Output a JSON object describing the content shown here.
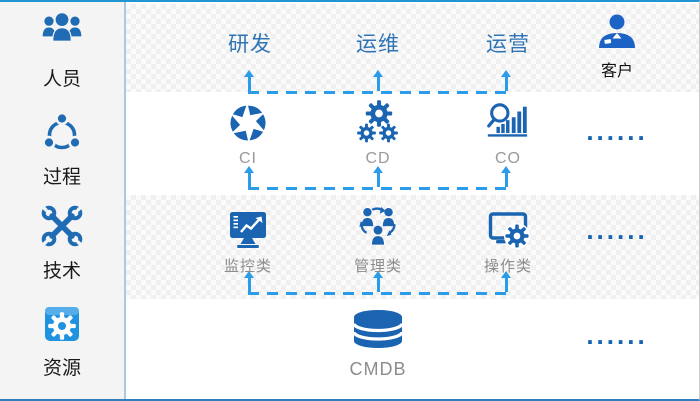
{
  "colors": {
    "icon_blue": "#1a64b2",
    "resource_blue": "#2093e0",
    "customer_blue": "#1d63c6",
    "connector_blue": "#2b9de8",
    "top_label_blue": "#2e74b5",
    "gray_label": "#8c8c8c",
    "sidebar_bg": "#f4f4f4",
    "border_blue": "#2196d3"
  },
  "sidebar": {
    "items": [
      {
        "label": "人员",
        "icon": "people-icon"
      },
      {
        "label": "过程",
        "icon": "process-icon"
      },
      {
        "label": "技术",
        "icon": "tools-icon"
      },
      {
        "label": "资源",
        "icon": "resource-icon"
      }
    ]
  },
  "top_row": {
    "labels": [
      "研发",
      "运维",
      "运营"
    ],
    "customer": {
      "label": "客户",
      "icon": "customer-icon"
    }
  },
  "process_row": {
    "items": [
      {
        "label": "CI",
        "icon": "aperture-icon"
      },
      {
        "label": "CD",
        "icon": "gears-icon"
      },
      {
        "label": "CO",
        "icon": "analytics-icon"
      }
    ],
    "dots": "......"
  },
  "tool_row": {
    "items": [
      {
        "label": "监控类",
        "icon": "monitor-icon"
      },
      {
        "label": "管理类",
        "icon": "team-icon"
      },
      {
        "label": "操作类",
        "icon": "screen-gear-icon"
      }
    ],
    "dots": "......"
  },
  "data_row": {
    "label": "CMDB",
    "icon": "database-icon",
    "dots": "......"
  }
}
